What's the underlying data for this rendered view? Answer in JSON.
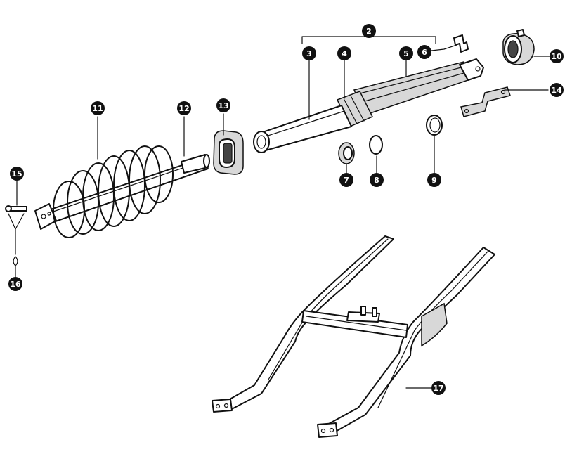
{
  "callouts": [
    {
      "id": "c2",
      "label": "2"
    },
    {
      "id": "c3",
      "label": "3"
    },
    {
      "id": "c4",
      "label": "4"
    },
    {
      "id": "c5",
      "label": "5"
    },
    {
      "id": "c6",
      "label": "6"
    },
    {
      "id": "c7",
      "label": "7"
    },
    {
      "id": "c8",
      "label": "8"
    },
    {
      "id": "c9",
      "label": "9"
    },
    {
      "id": "c10",
      "label": "10"
    },
    {
      "id": "c11",
      "label": "11"
    },
    {
      "id": "c12",
      "label": "12"
    },
    {
      "id": "c13",
      "label": "13"
    },
    {
      "id": "c14",
      "label": "14"
    },
    {
      "id": "c15",
      "label": "15"
    },
    {
      "id": "c16",
      "label": "16"
    },
    {
      "id": "c17",
      "label": "17"
    }
  ]
}
